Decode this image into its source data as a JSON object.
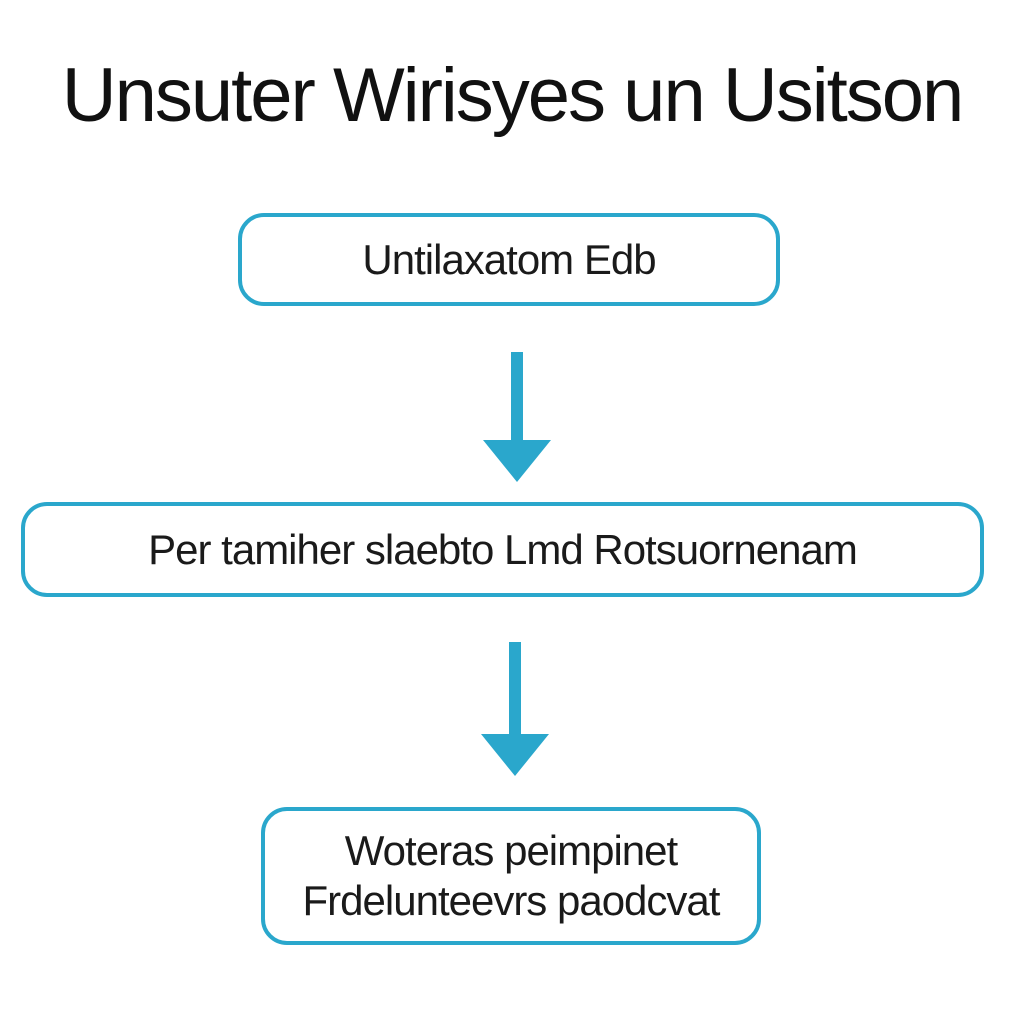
{
  "title": "Unsuter Wirisyes un Usitson",
  "colors": {
    "accent": "#2aa7cc",
    "text": "#111111",
    "background": "#ffffff"
  },
  "nodes": [
    {
      "lines": [
        "Untilaxatom Edb"
      ]
    },
    {
      "lines": [
        "Per tamiher slaebto Lmd Rotsuornenam"
      ]
    },
    {
      "lines": [
        "Woteras peimpinet",
        "Frdelunteevrs paodcvat"
      ]
    }
  ],
  "arrows": [
    {
      "icon": "arrow-down-icon"
    },
    {
      "icon": "arrow-down-icon"
    }
  ]
}
